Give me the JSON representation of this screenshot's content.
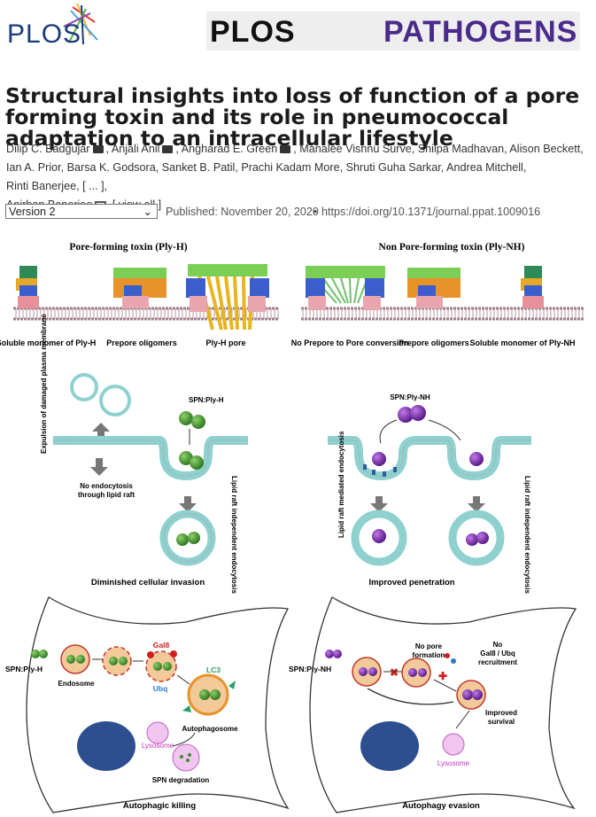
{
  "logo": {
    "text": "PLOS"
  },
  "journal": {
    "part1": "PLOS",
    "part2": "PATHOGENS"
  },
  "title": "Structural insights into loss of function of a pore forming toxin and its role in pneumococcal adaptation to an intracellular lifestyle",
  "authors": [
    {
      "name": "Dilip C. Badgujar",
      "badge": "cc-icon"
    },
    {
      "name": "Anjali Anil",
      "badge": "cc-icon"
    },
    {
      "name": "Angharad E. Green",
      "badge": "cc-icon"
    },
    {
      "name": "Manalee Vishnu Surve",
      "badge": ""
    },
    {
      "name": "Shilpa Madhavan",
      "badge": ""
    },
    {
      "name": "Alison Beckett",
      "badge": ""
    },
    {
      "name": "Ian A. Prior",
      "badge": ""
    },
    {
      "name": "Barsa K. Godsora",
      "badge": ""
    },
    {
      "name": "Sanket B. Patil",
      "badge": ""
    },
    {
      "name": "Prachi Kadam More",
      "badge": ""
    },
    {
      "name": "Shruti Guha Sarkar",
      "badge": ""
    },
    {
      "name": "Andrea Mitchell",
      "badge": ""
    },
    {
      "name": "Rinti Banerjee",
      "badge": ""
    },
    {
      "name": "Anirban Banerjee",
      "badge": "mail-icon"
    }
  ],
  "authors_more": "[ ... ]",
  "authors_view_all": "[ view all ]",
  "meta": {
    "version": "Version 2",
    "published": "Published: November 20, 2020",
    "separator": "•",
    "doi": "https://doi.org/10.1371/journal.ppat.1009016"
  },
  "figure": {
    "left_top_title": "Pore-forming toxin (Ply-H)",
    "right_top_title": "Non Pore-forming toxin (Ply-NH)",
    "labels_left_top": [
      "Soluble monomer of Ply-H",
      "Prepore oligomers",
      "Ply-H pore"
    ],
    "labels_right_top": [
      "No Prepore to Pore conversion",
      "Prepore oligomers",
      "Soluble monomer of Ply-NH"
    ],
    "left_mid": {
      "expulsion": "Expulsion of damaged plasma membrane",
      "spn": "SPN:Ply-H",
      "no_endo": "No endocytosis through lipid raft",
      "lipid_ind": "Lipid raft independent endocytosis",
      "caption": "Diminished cellular invasion"
    },
    "right_mid": {
      "spn": "SPN:Ply-NH",
      "raft_med": "Lipid raft mediated endocytosis",
      "lipid_ind": "Lipid raft independent endocytosis",
      "caption": "Improved penetration"
    },
    "left_bottom": {
      "spn": "SPN:Ply-H",
      "endosome": "Endosome",
      "gal8": "Gal8",
      "ubq": "Ubq",
      "lc3": "LC3",
      "autophagosome": "Autophagosome",
      "lysosome": "Lysosome",
      "degradation": "SPN degradation",
      "caption": "Autophagic killing"
    },
    "right_bottom": {
      "spn": "SPN:Ply-NH",
      "no_pore": "No pore formation",
      "no_gal8": "No Gal8 / Ubq recruitment",
      "improved": "Improved survival",
      "lysosome": "Lysosome",
      "caption": "Autophagy evasion"
    }
  },
  "colors": {
    "journal_purple": "#4a2a8a",
    "plos_blue": "#1a3a7a",
    "bacteria_green": "#3c8c2a",
    "bacteria_purple": "#7a2ab0",
    "membrane_pink": "#c8a3ad",
    "membrane_teal": "#8ed1cf",
    "nucleus": "#2a4a8a",
    "lysosome": "#f0c6f0",
    "gal8_red": "#d0201e",
    "lc3_green": "#2aa06a"
  }
}
